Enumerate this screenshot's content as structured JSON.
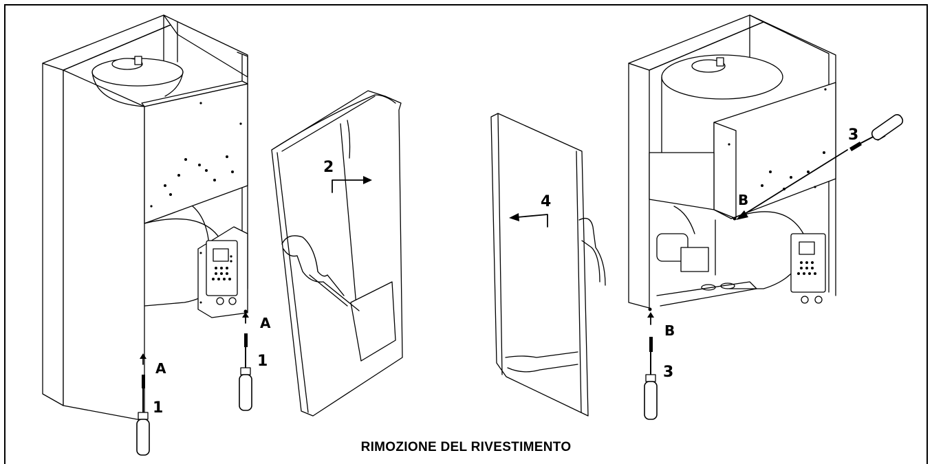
{
  "labels": {
    "step1_left": "1",
    "step1_right": "1",
    "screw_a_left": "A",
    "screw_a_right": "A",
    "step2": "2",
    "step4": "4",
    "step3_top": "3",
    "step3_bottom": "3",
    "screw_b_top": "B",
    "screw_b_bottom": "B"
  },
  "caption": "RIMOZIONE DEL RIVESTIMENTO"
}
